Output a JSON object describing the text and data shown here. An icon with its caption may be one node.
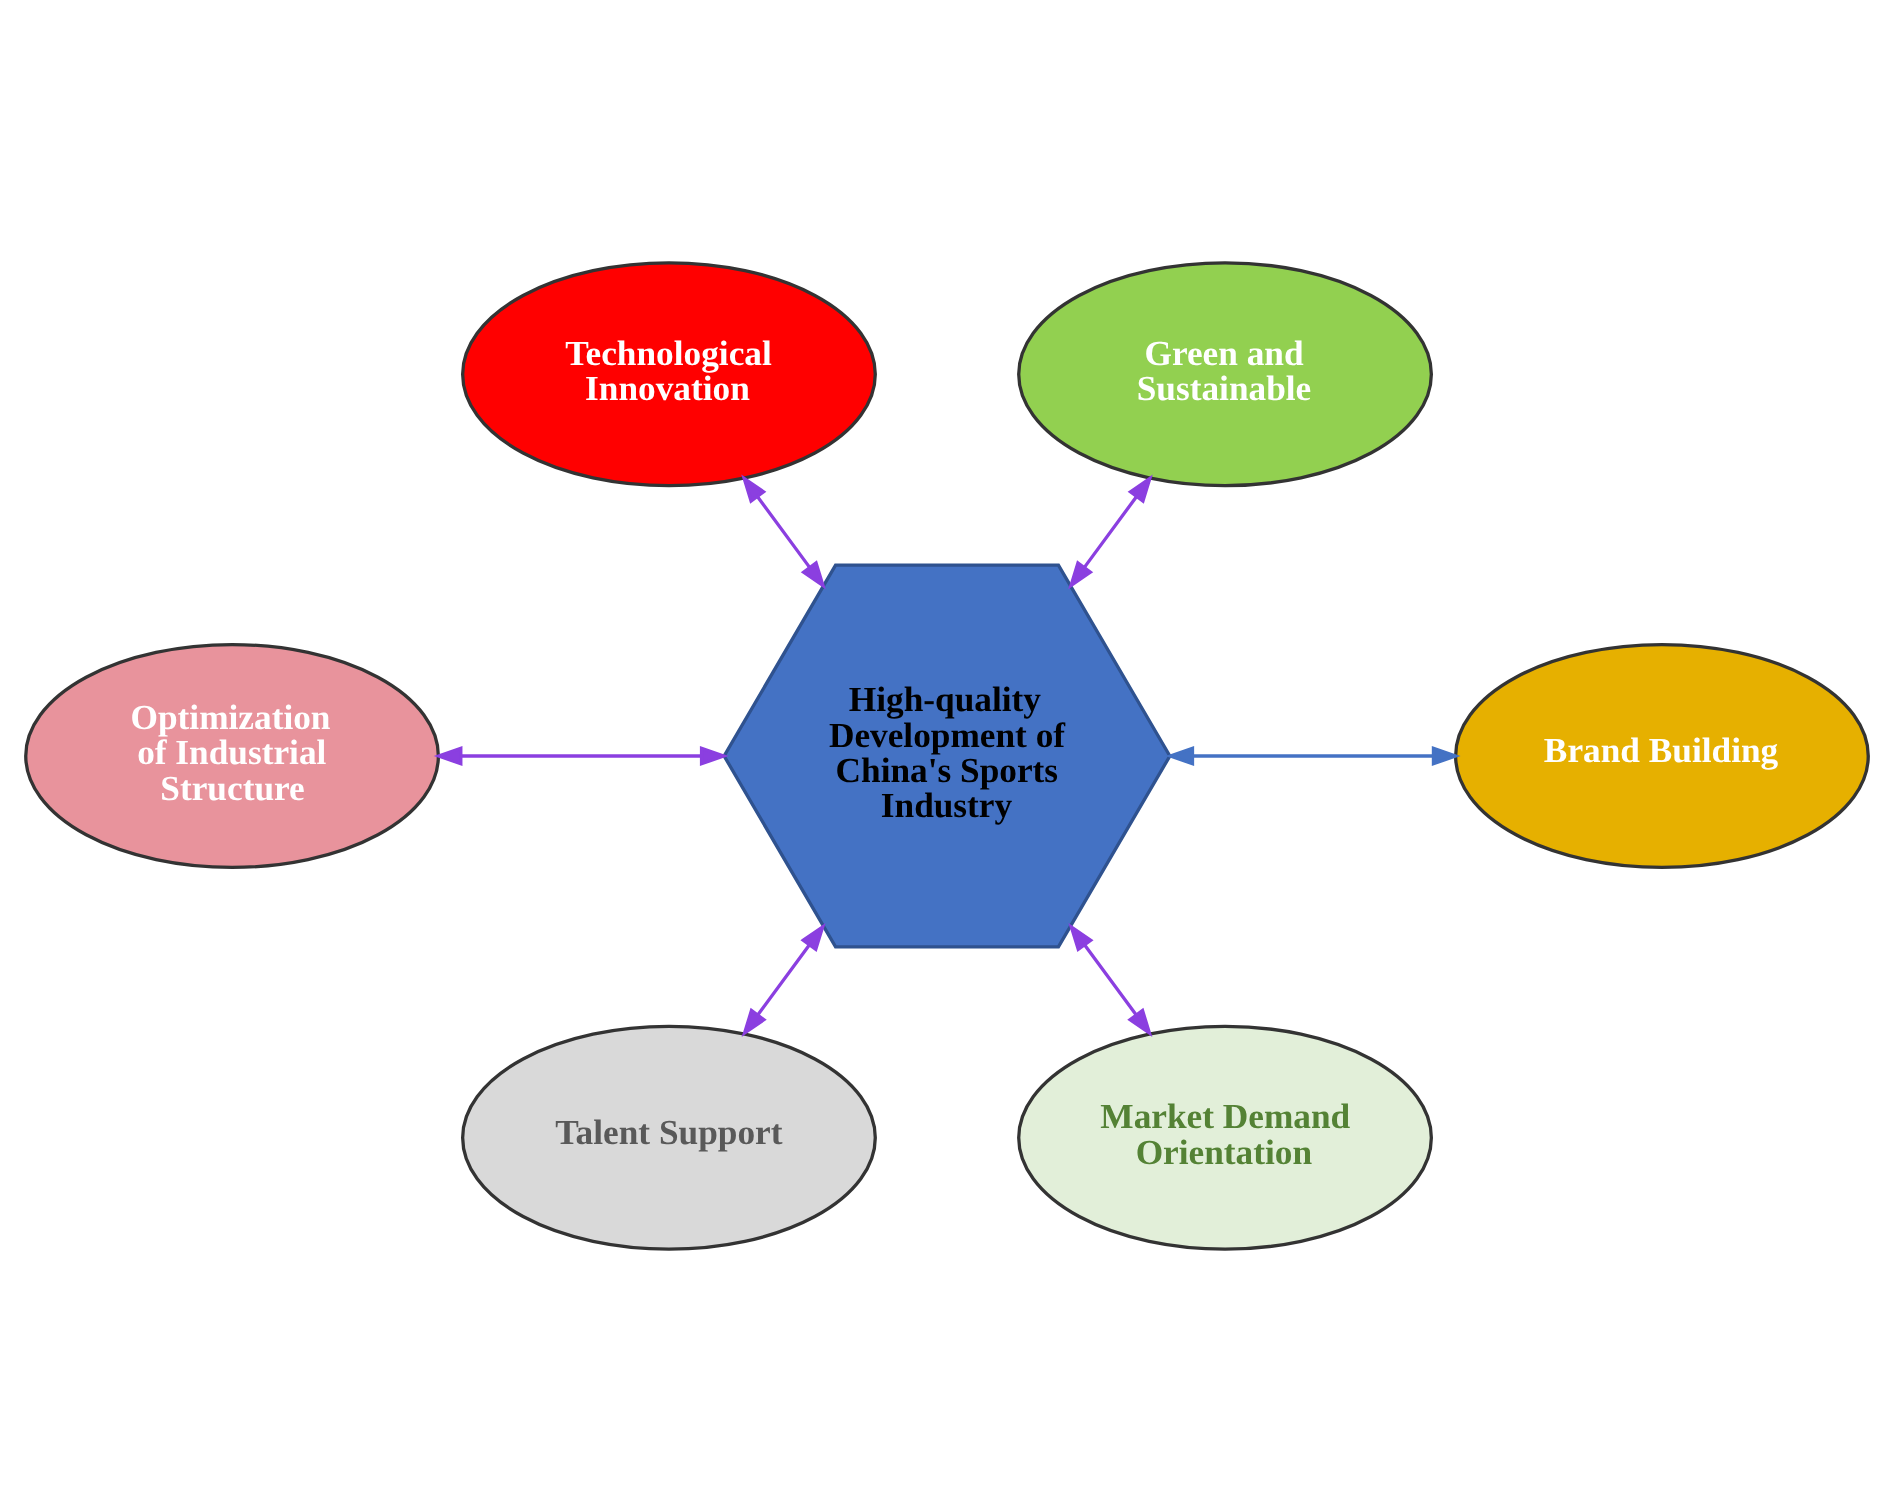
{
  "diagram": {
    "nodes": [
      {
        "text": [
          "Technological Innovation"
        ]
      },
      {
        "text": [
          "Green and Sustainable"
        ]
      },
      {
        "text": [
          "Optimization of Industrial Structure"
        ]
      },
      {
        "text": [
          "High-quality Development of China's Sports Industry"
        ]
      },
      {
        "text": [
          "Brand Building"
        ]
      },
      {
        "text": [
          "Talent Support"
        ]
      },
      {
        "text": [
          "Market Demand Orientation"
        ]
      }
    ],
    "edges": [
      {
        "from": 3,
        "to": 0,
        "arrow": "both"
      },
      {
        "from": 3,
        "to": 1,
        "arrow": "both"
      },
      {
        "from": 3,
        "to": 2,
        "arrow": "both"
      },
      {
        "from": 3,
        "to": 4,
        "arrow": "both",
        "color": "#4472c4"
      },
      {
        "from": 3,
        "to": 5,
        "arrow": "both"
      },
      {
        "from": 3,
        "to": 6,
        "arrow": "both"
      }
    ]
  }
}
